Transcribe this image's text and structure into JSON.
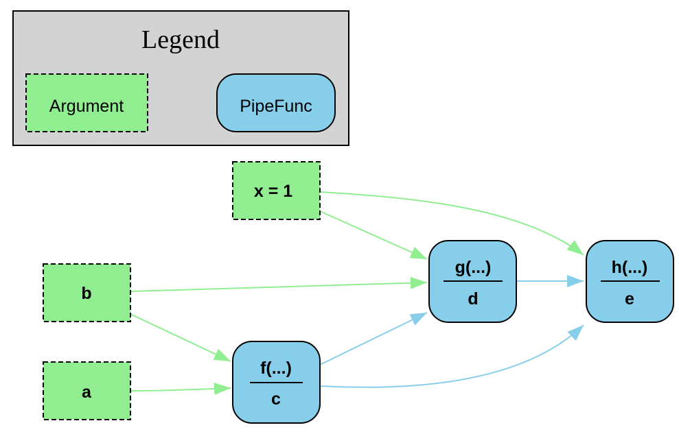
{
  "legend": {
    "title": "Legend",
    "argument_label": "Argument",
    "pipefunc_label": "PipeFunc"
  },
  "colors": {
    "argument_fill": "#90ee90",
    "pipefunc_fill": "#87ceeb",
    "legend_bg": "#d3d3d3",
    "argument_edge": "#90ee90",
    "func_edge": "#87ceeb"
  },
  "nodes": {
    "x": {
      "label": "x = 1",
      "type": "argument"
    },
    "b": {
      "label": "b",
      "type": "argument"
    },
    "a": {
      "label": "a",
      "type": "argument"
    },
    "f": {
      "name": "f(...)",
      "output": "c",
      "type": "pipefunc"
    },
    "g": {
      "name": "g(...)",
      "output": "d",
      "type": "pipefunc"
    },
    "h": {
      "name": "h(...)",
      "output": "e",
      "type": "pipefunc"
    }
  },
  "edges": [
    {
      "from": "x",
      "to": "g"
    },
    {
      "from": "x",
      "to": "h"
    },
    {
      "from": "b",
      "to": "g"
    },
    {
      "from": "b",
      "to": "f"
    },
    {
      "from": "a",
      "to": "f"
    },
    {
      "from": "f",
      "to": "g"
    },
    {
      "from": "f",
      "to": "h"
    },
    {
      "from": "g",
      "to": "h"
    }
  ]
}
